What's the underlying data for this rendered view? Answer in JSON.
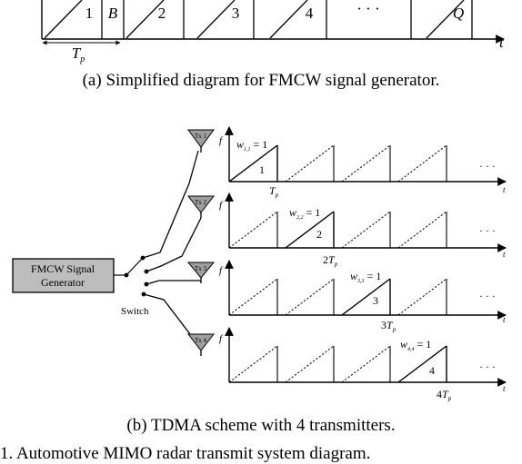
{
  "panel_a": {
    "slots": [
      "1",
      "B",
      "2",
      "3",
      "4",
      "· · ·",
      "Q"
    ],
    "period_label": "T",
    "period_sub": "p",
    "time_label": "t",
    "caption": "(a) Simplified diagram for FMCW signal generator."
  },
  "panel_b": {
    "generator_line1": "FMCW Signal",
    "generator_line2": "Generator",
    "switch_label": "Switch",
    "antennas": [
      "Tx 1",
      "Tx 2",
      "Tx 3",
      "Tx 4"
    ],
    "freq_label": "f",
    "time_label": "t",
    "dots": "· · ·",
    "rows": [
      {
        "weight": "w",
        "weight_sub": "1,1",
        "weight_eq": " = 1",
        "chirp": "1",
        "period_coef": "",
        "period": "T",
        "period_sub": "p"
      },
      {
        "weight": "w",
        "weight_sub": "2,2",
        "weight_eq": " = 1",
        "chirp": "2",
        "period_coef": "2",
        "period": "T",
        "period_sub": "p"
      },
      {
        "weight": "w",
        "weight_sub": "3,3",
        "weight_eq": " = 1",
        "chirp": "3",
        "period_coef": "3",
        "period": "T",
        "period_sub": "p"
      },
      {
        "weight": "w",
        "weight_sub": "4,4",
        "weight_eq": " = 1",
        "chirp": "4",
        "period_coef": "4",
        "period": "T",
        "period_sub": "p"
      }
    ],
    "caption": "(b) TDMA scheme with 4 transmitters."
  },
  "figure_caption": "1.   Automotive MIMO radar transmit system diagram."
}
